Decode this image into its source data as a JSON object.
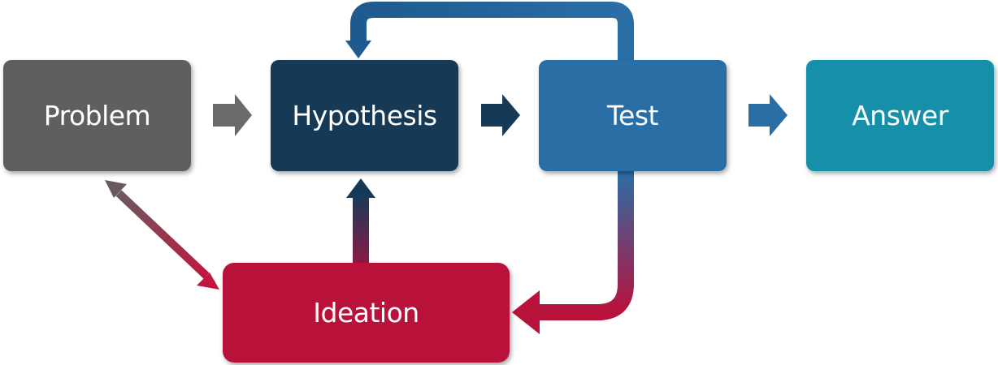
{
  "nodes": {
    "problem": {
      "label": "Problem",
      "color": "#5f5f5f"
    },
    "hypothesis": {
      "label": "Hypothesis",
      "color": "#163a56"
    },
    "test": {
      "label": "Test",
      "color": "#2a6ea6"
    },
    "answer": {
      "label": "Answer",
      "color": "#168fa9"
    },
    "ideation": {
      "label": "Ideation",
      "color": "#b8123b"
    }
  },
  "arrows": [
    {
      "from": "Problem",
      "to": "Hypothesis",
      "icon": "right-arrow-icon",
      "color": "#6a6a6a"
    },
    {
      "from": "Hypothesis",
      "to": "Test",
      "icon": "right-arrow-icon",
      "color": "#163a56"
    },
    {
      "from": "Test",
      "to": "Answer",
      "icon": "right-arrow-icon",
      "color": "#2a6ea6"
    },
    {
      "from": "Test",
      "to": "Hypothesis",
      "icon": "loop-arrow-icon",
      "color": "#2a6ea6"
    },
    {
      "from": "Test",
      "to": "Ideation",
      "icon": "loop-arrow-icon",
      "color": "#2a6ea6 to #b8123b"
    },
    {
      "from": "Ideation",
      "to": "Hypothesis",
      "icon": "up-arrow-icon",
      "color": "#b8123b to #163a56"
    },
    {
      "from": "Problem",
      "to": "Ideation",
      "icon": "double-arrow-icon",
      "color": "#6a6a6a to #b8123b"
    }
  ]
}
